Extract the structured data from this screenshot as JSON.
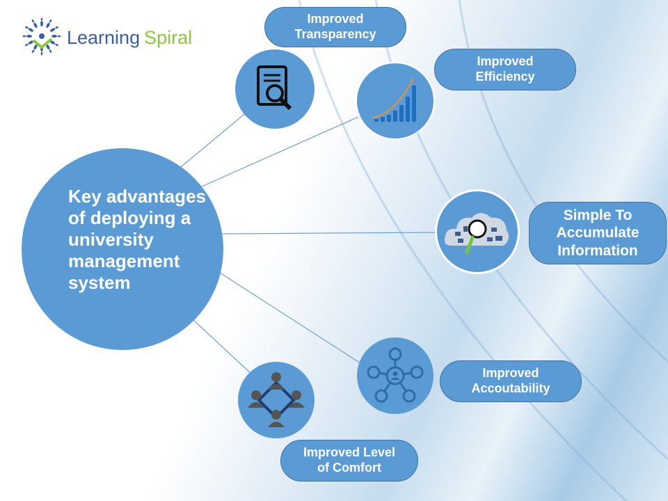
{
  "logo": {
    "word1": "Learning",
    "word2": "Spiral"
  },
  "center": {
    "title": "Key advantages of deploying a university management system"
  },
  "advantages": [
    {
      "label_line1": "Improved",
      "label_line2": "Transparency",
      "icon": "document-search-icon"
    },
    {
      "label_line1": "Improved",
      "label_line2": "Efficiency",
      "icon": "growth-chart-icon"
    },
    {
      "label_line1": "Simple To",
      "label_line2": "Accumulate",
      "label_line3": "Information",
      "icon": "cloud-data-search-icon"
    },
    {
      "label_line1": "Improved",
      "label_line2": "Accoutability",
      "icon": "network-user-icon"
    },
    {
      "label_line1": "Improved Level",
      "label_line2": "of Comfort",
      "icon": "team-network-icon"
    }
  ],
  "colors": {
    "primary": "#5b9bd5",
    "border": "#41719c",
    "logo_blue": "#3a5fa8",
    "logo_green": "#8dc63f"
  }
}
